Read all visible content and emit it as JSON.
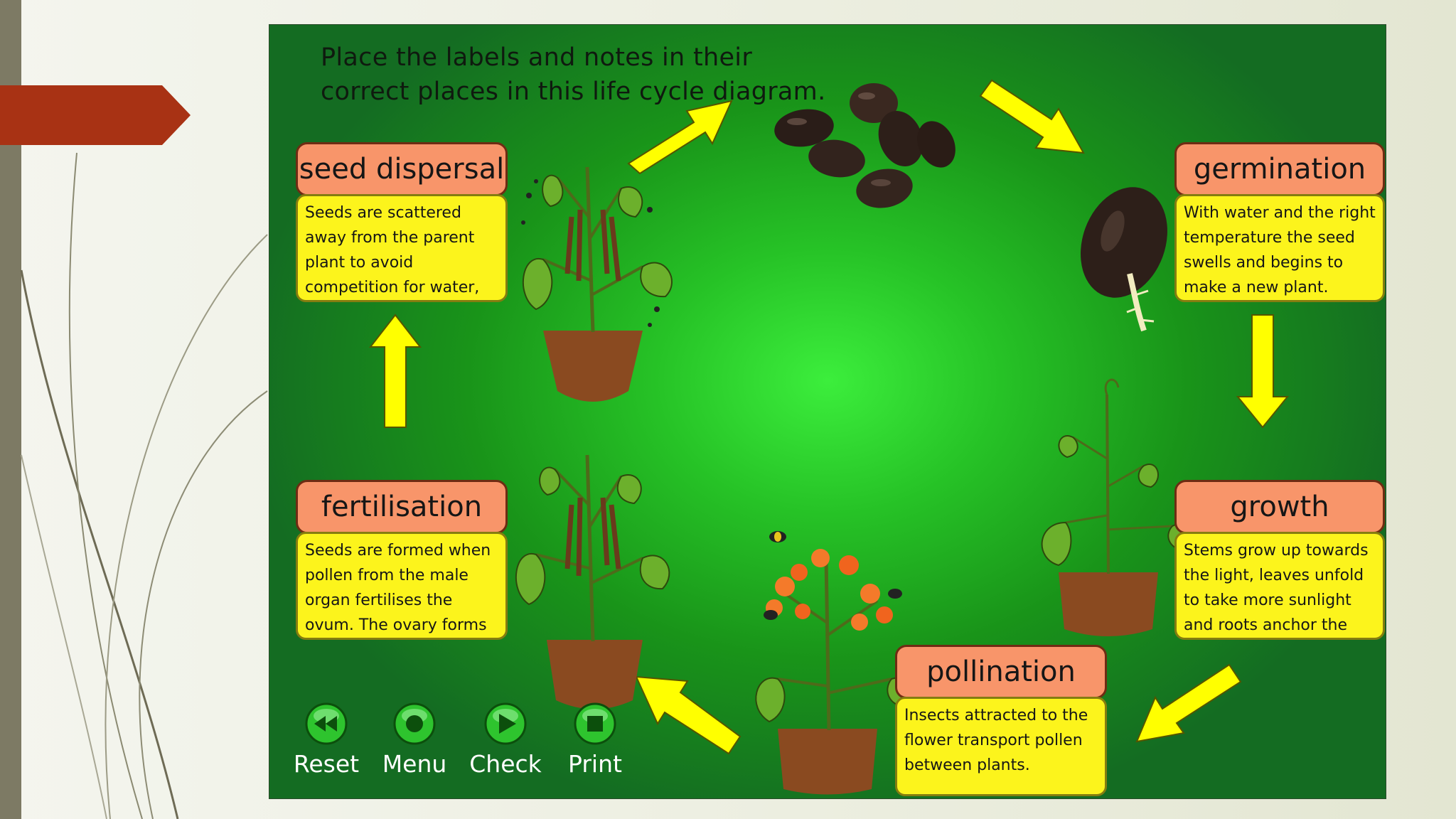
{
  "instruction": "Place the labels and notes in their correct places in this life cycle diagram.",
  "stages": {
    "seed_dispersal": {
      "label": "seed dispersal",
      "note": "Seeds are scattered away from the parent plant to avoid competition for water, light and nutrients."
    },
    "germination": {
      "label": "germination",
      "note": "With water and the right temperature the seed swells and begins to make a new plant."
    },
    "growth": {
      "label": "growth",
      "note": "Stems grow up towards the light, leaves unfold to take more sunlight and roots anchor the plant."
    },
    "pollination": {
      "label": "pollination",
      "note": "Insects attracted to the flower transport pollen between plants."
    },
    "fertilisation": {
      "label": "fertilisation",
      "note": "Seeds are formed when pollen from the male organ fertilises the ovum. The ovary forms the fruit wall."
    }
  },
  "controls": {
    "reset": "Reset",
    "menu": "Menu",
    "check": "Check",
    "print": "Print"
  },
  "colors": {
    "label_bg": "#f8956a",
    "note_bg": "#fcf41c",
    "arrow": "#ffff00",
    "accent_red": "#a83214"
  }
}
